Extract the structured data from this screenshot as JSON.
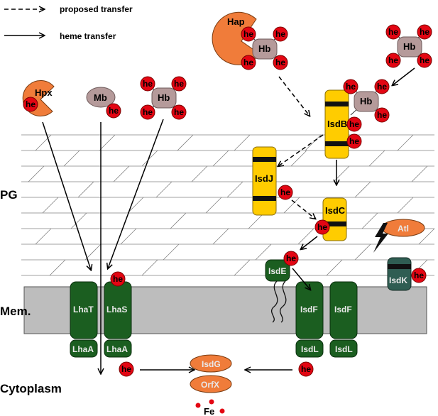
{
  "legend": {
    "proposed": "proposed transfer",
    "heme": "heme transfer"
  },
  "regions": {
    "pg": "PG",
    "membrane": "Mem.",
    "cytoplasm": "Cytoplasm"
  },
  "heme_label": "he",
  "proteins": {
    "hap": "Hap",
    "hb": "Hb",
    "hpx": "Hpx",
    "mb": "Mb",
    "isdB": "IsdB",
    "isdJ": "IsdJ",
    "isdC": "IsdC",
    "isdE": "IsdE",
    "isdF": "IsdF",
    "isdL": "IsdL",
    "isdK": "IsdK",
    "isdG": "IsdG",
    "orfX": "OrfX",
    "atl": "Atl",
    "lhaT": "LhaT",
    "lhaS": "LhaS",
    "lhaA": "LhaA",
    "fe": "Fe"
  },
  "colors": {
    "heme": "#e30613",
    "yellow": "#ffcc00",
    "green": "#1b5e20",
    "orange": "#f07c3a",
    "hb": "#b59a9a",
    "membrane": "#bdbdbd"
  }
}
